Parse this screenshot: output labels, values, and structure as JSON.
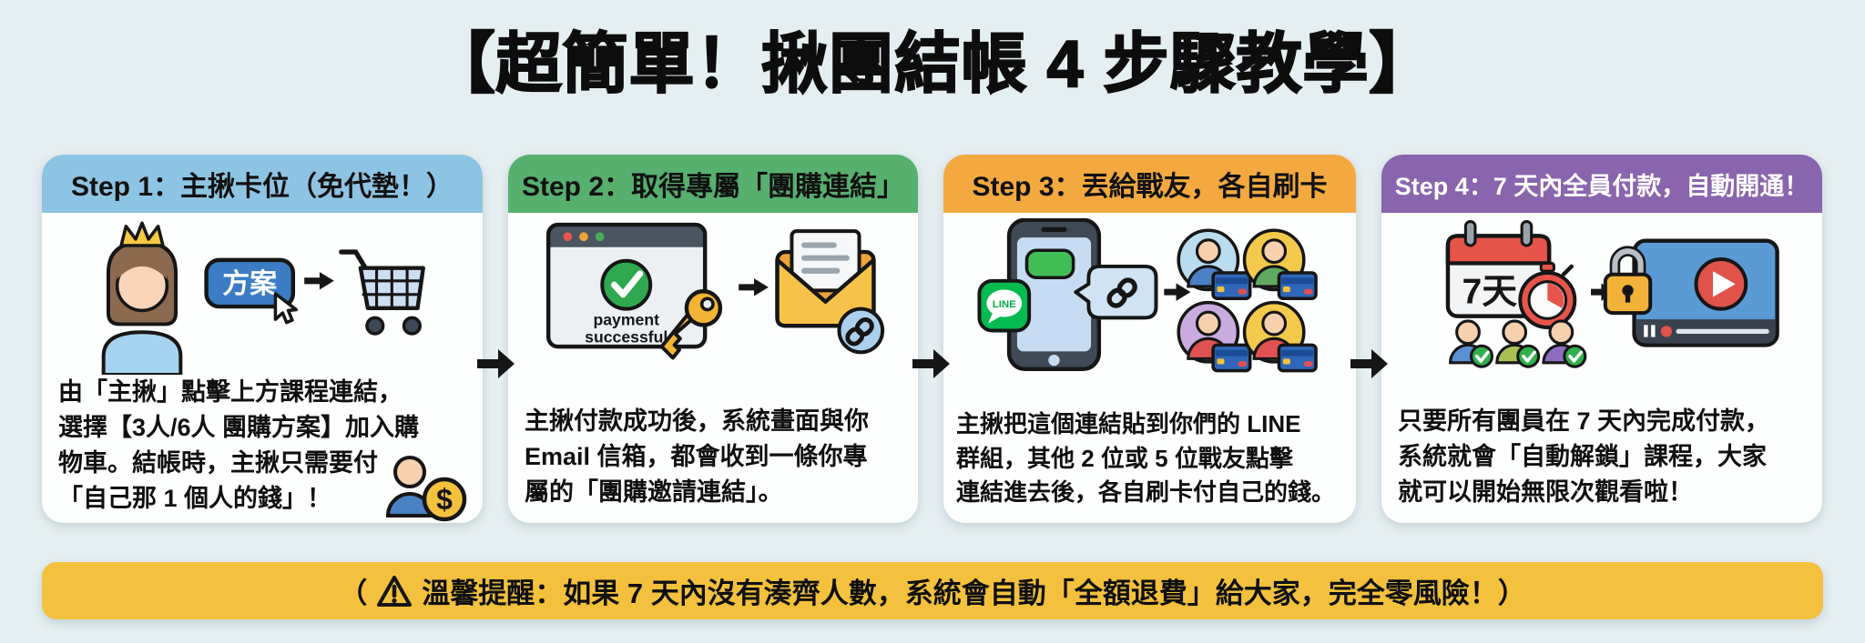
{
  "title": "【超簡單！揪團結帳 4 步驟教學】",
  "colors": {
    "page_bg": "#e5eef0",
    "step1_header_bg": "#8ec4e3",
    "step2_header_bg": "#57b06e",
    "step3_header_bg": "#f3a93f",
    "step4_header_bg": "#8a64ad",
    "reminder_bar_bg": "#f3c13d",
    "dark_text": "#111111",
    "light_text": "#ffffff"
  },
  "icons": {
    "arrow-right-icon": "→",
    "warning-icon": "⚠",
    "check-icon": "✓",
    "link-icon": "chain-link",
    "lock-icon": "padlock",
    "play-icon": "▶",
    "dollar-coin-icon": "$"
  },
  "steps": [
    {
      "header": "Step 1：主揪卡位（免代墊！）",
      "header_bg": "#8ec4e3",
      "header_color": "#111111",
      "lines": [
        "由「主揪」點擊上方課程連結，",
        "選擇【3人/6人 團購方案】加入購",
        "物車。結帳時，主揪只需要付",
        "「自己那 1 個人的錢」！"
      ],
      "plan_button_label": "方案",
      "coin_symbol": "$"
    },
    {
      "header": "Step 2：取得專屬「團購連結」",
      "header_bg": "#57b06e",
      "header_color": "#111111",
      "lines": [
        "主揪付款成功後，系統畫面與你",
        "Email 信箱，都會收到一條你專",
        "屬的「團購邀請連結」。"
      ],
      "browser_line1": "payment",
      "browser_line2": "successful"
    },
    {
      "header": "Step 3：丟給戰友，各自刷卡",
      "header_bg": "#f3a93f",
      "header_color": "#111111",
      "lines": [
        "主揪把這個連結貼到你們的 LINE",
        "群組，其他 2 位或 5 位戰友點擊",
        "連結進去後，各自刷卡付自己的錢。"
      ],
      "line_app_label": "LINE"
    },
    {
      "header": "Step 4：7 天內全員付款，自動開通！",
      "header_bg": "#8a64ad",
      "header_color": "#ffffff",
      "lines": [
        "只要所有團員在 7 天內完成付款，",
        "系統就會「自動解鎖」課程，大家",
        "就可以開始無限次觀看啦！"
      ],
      "calendar_label": "7天"
    }
  ],
  "reminder": {
    "open": "（",
    "text": "溫馨提醒：如果 7 天內沒有湊齊人數，系統會自動「全額退費」給大家，完全零風險！）",
    "bar_bg": "#f3c13d"
  }
}
